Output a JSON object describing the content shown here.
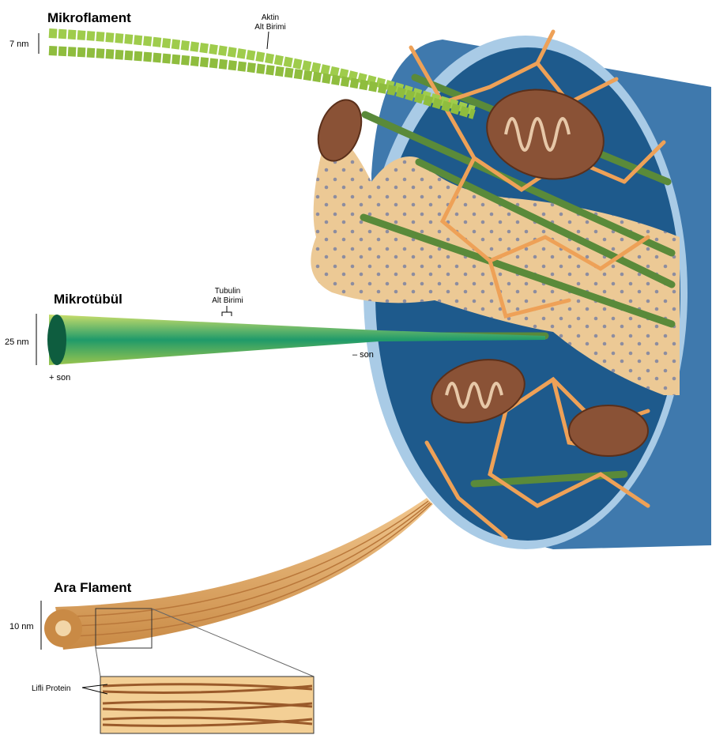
{
  "microfilament": {
    "title": "Mikroflament",
    "size": "7 nm",
    "subunit_line1": "Aktin",
    "subunit_line2": "Alt Birimi"
  },
  "microtubule": {
    "title": "Mikrotübül",
    "size": "25 nm",
    "subunit_line1": "Tubulin",
    "subunit_line2": "Alt Birimi",
    "plus_end": "+ son",
    "minus_end": "– son"
  },
  "intermediate_filament": {
    "title": "Ara Flament",
    "size": "10 nm",
    "fiber_label": "Lifli Protein"
  },
  "colors": {
    "cell_blue": "#3f79ad",
    "membrane": "#a9cbe6",
    "cytoplasm": "#1e5a8c",
    "filament_orange": "#eea157",
    "er_tan": "#ecc995",
    "microtubule_green": "#5a8a3a",
    "mito_brown": "#8a5236",
    "actin_green": "#9fcc4c"
  }
}
